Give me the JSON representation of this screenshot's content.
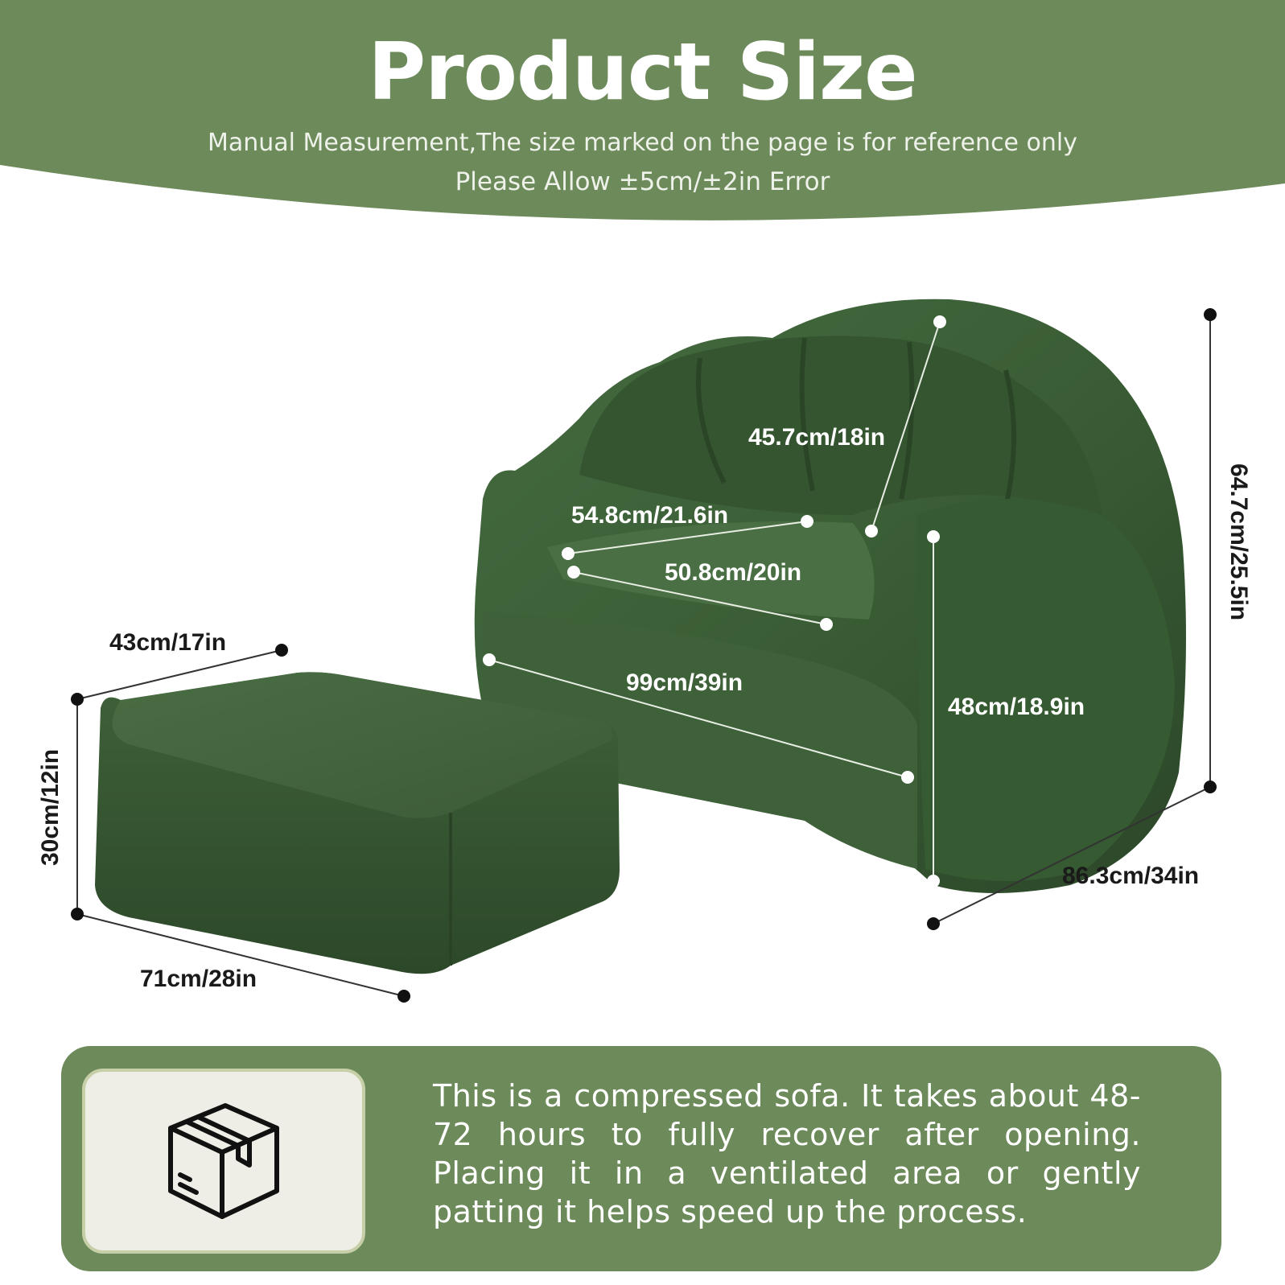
{
  "header": {
    "title": "Product Size",
    "subtitle_line1": "Manual Measurement,The size marked on the page is for reference only",
    "subtitle_line2": "Please Allow ±5cm/±2in Error"
  },
  "colors": {
    "header_green": "#6d8a5a",
    "fabric_green": "#3b5a36",
    "info_box_green": "#6d8a5a",
    "icon_card": "#eeeee6"
  },
  "ottoman_dimensions": {
    "depth": "43cm/17in",
    "height": "30cm/12in",
    "length": "71cm/28in"
  },
  "sofa_dimensions": {
    "backrest_height": "45.7cm/18in",
    "seat_depth": "54.8cm/21.6in",
    "seat_width": "50.8cm/20in",
    "total_width": "99cm/39in",
    "arm_height": "48cm/18.9in",
    "total_height": "64.7cm/25.5in",
    "total_depth": "86.3cm/34in"
  },
  "info": {
    "icon": "package-box-icon",
    "text": "This is a compressed sofa. It takes about 48-72 hours to fully recover after opening. Placing it in a ventilated area or gently patting it helps speed up the process."
  }
}
